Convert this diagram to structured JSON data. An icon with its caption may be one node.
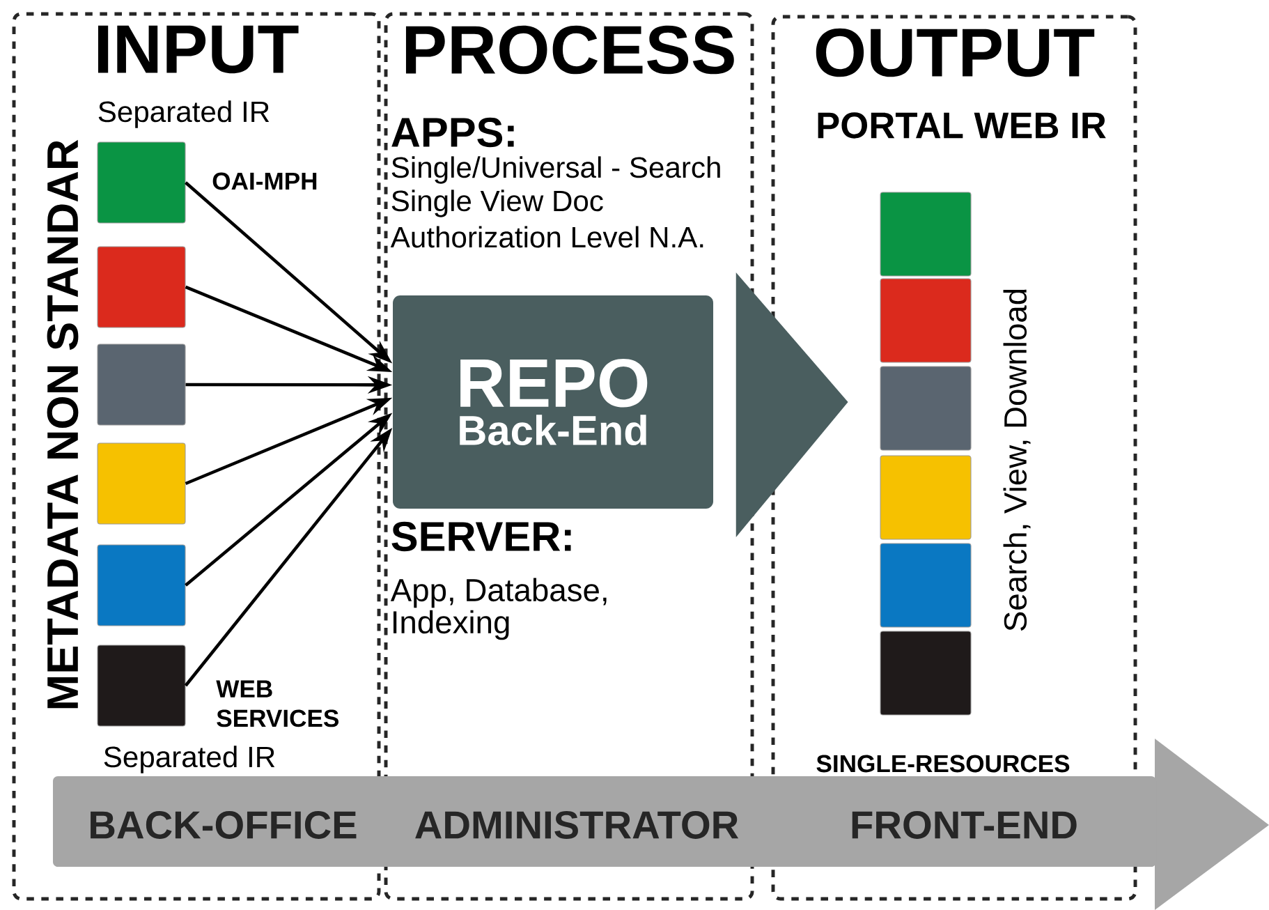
{
  "diagram": {
    "nodes": [
      {
        "text": [
          "INPUT"
        ]
      },
      {
        "text": [
          "PROCESS"
        ]
      },
      {
        "text": [
          "OUTPUT"
        ]
      },
      {
        "text": [],
        "shape": "box",
        "in": 0
      },
      {
        "text": [],
        "shape": "box",
        "in": 0
      },
      {
        "text": [],
        "shape": "box",
        "in": 0
      },
      {
        "text": [],
        "shape": "box",
        "in": 0
      },
      {
        "text": [],
        "shape": "box",
        "in": 0
      },
      {
        "text": [],
        "shape": "box",
        "in": 0
      },
      {
        "text": [
          "REPO",
          "Back-End"
        ],
        "in": 1
      },
      {
        "text": [],
        "shape": "box",
        "in": 2
      },
      {
        "text": [],
        "shape": "box",
        "in": 2
      },
      {
        "text": [],
        "shape": "box",
        "in": 2
      },
      {
        "text": [],
        "shape": "box",
        "in": 2
      },
      {
        "text": [],
        "shape": "box",
        "in": 2
      },
      {
        "text": [],
        "shape": "box",
        "in": 2
      },
      {
        "text": [
          "BACK-OFFICE",
          "ADMINISTRATOR",
          "FRONT-END"
        ]
      }
    ],
    "edges": [
      {
        "from": 3,
        "to": 9,
        "arrow": "to",
        "label": "OAI-MPH"
      },
      {
        "from": 4,
        "to": 9,
        "arrow": "to"
      },
      {
        "from": 5,
        "to": 9,
        "arrow": "to"
      },
      {
        "from": 6,
        "to": 9,
        "arrow": "to"
      },
      {
        "from": 7,
        "to": 9,
        "arrow": "to"
      },
      {
        "from": 8,
        "to": 9,
        "arrow": "to",
        "label": "WEB SERVICES"
      },
      {
        "from": 9,
        "to": 2,
        "arrow": "to",
        "style": "thick",
        "color": "#4a5e5f"
      }
    ],
    "labels": [
      "Separated IR",
      "METADATA NON STANDAR",
      "Separated IR",
      "APPS:",
      "Single/Universal - Search",
      "Single View Doc",
      "Authorization Level N.A.",
      "PORTAL WEB IR",
      "Search, View, Download",
      "SERVER:",
      "App, Database, Indexing",
      "SINGLE-RESOURCES"
    ]
  }
}
